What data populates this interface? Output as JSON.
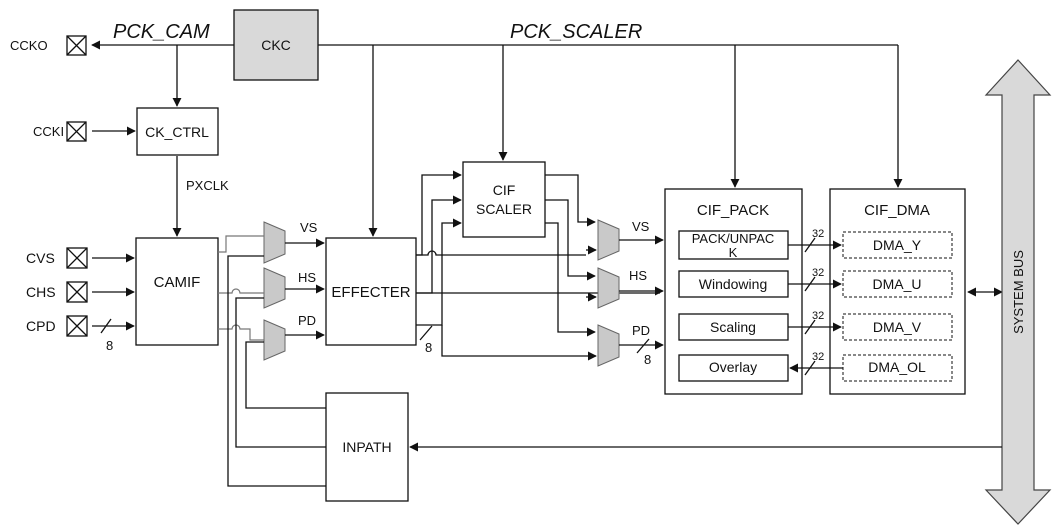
{
  "clock_labels": {
    "pck_cam": "PCK_CAM",
    "pck_scaler": "PCK_SCALER",
    "pxclk": "PXCLK"
  },
  "pins": {
    "ccko": "CCKO",
    "ccki": "CCKI",
    "cvs": "CVS",
    "chs": "CHS",
    "cpd": "CPD"
  },
  "blocks": {
    "ckc": "CKC",
    "ck_ctrl": "CK_CTRL",
    "camif": "CAMIF",
    "effecter": "EFFECTER",
    "cif_scaler_1": "CIF",
    "cif_scaler_2": "SCALER",
    "inpath": "INPATH",
    "cif_pack": "CIF_PACK",
    "cif_dma": "CIF_DMA",
    "system_bus": "SYSTEM BUS"
  },
  "pack_items": {
    "pack_1": "PACK/UNPAC",
    "pack_2": "K",
    "windowing": "Windowing",
    "scaling": "Scaling",
    "overlay": "Overlay"
  },
  "dma_items": {
    "y": "DMA_Y",
    "u": "DMA_U",
    "v": "DMA_V",
    "ol": "DMA_OL"
  },
  "signals": {
    "vs": "VS",
    "hs": "HS",
    "pd": "PD"
  },
  "bus_widths": {
    "cpd": "8",
    "effecter_pd": "8",
    "out_pd": "8",
    "dma": "32"
  },
  "colors": {
    "ckc_fill": "#d9d9d9",
    "mux_fill": "#c9c9c9",
    "bus_fill": "#d9d9d9"
  }
}
